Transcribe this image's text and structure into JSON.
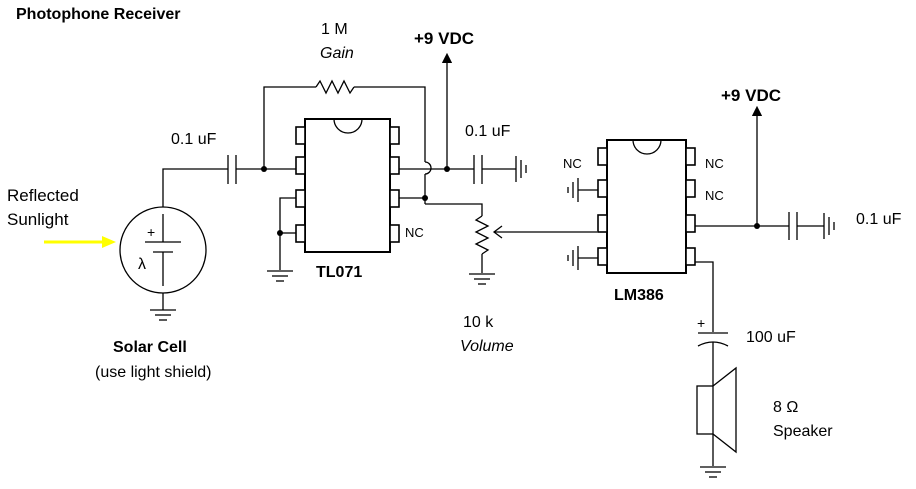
{
  "title": "Photophone Receiver",
  "input": {
    "label_line1": "Reflected",
    "label_line2": "Sunlight",
    "arrow_color": "#ffff00"
  },
  "solar_cell": {
    "name": "Solar Cell",
    "note": "(use light shield)",
    "plus": "+",
    "lambda": "λ"
  },
  "c_input": {
    "value": "0.1 uF"
  },
  "r_gain": {
    "value": "1 M",
    "role": "Gain"
  },
  "supply_1": {
    "label": "+9 VDC"
  },
  "supply_2": {
    "label": "+9 VDC"
  },
  "opamp": {
    "name": "TL071",
    "nc": "NC"
  },
  "c_bypass_1": {
    "value": "0.1 uF"
  },
  "pot": {
    "value": "10 k",
    "role": "Volume"
  },
  "amp": {
    "name": "LM386",
    "nc_labels": [
      "NC",
      "NC",
      "NC"
    ]
  },
  "c_bypass_2": {
    "value": "0.1 uF"
  },
  "c_output": {
    "value": "100 uF",
    "plus": "+"
  },
  "speaker": {
    "value": "8 Ω",
    "label": "Speaker"
  }
}
